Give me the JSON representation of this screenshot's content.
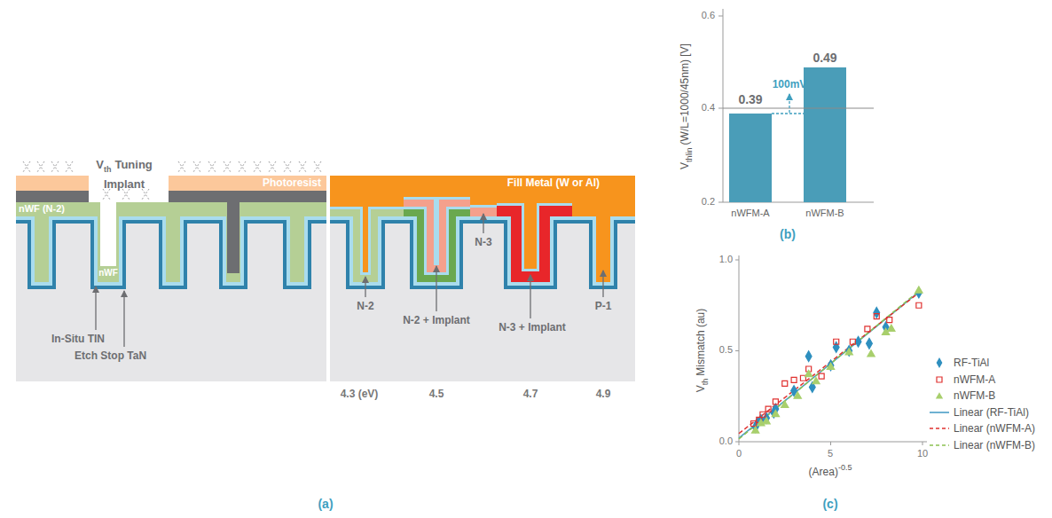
{
  "diagram": {
    "nodes": [
      {
        "text": [
          "Photoresist"
        ]
      },
      {
        "text": [
          "Fill Metal (W or Al)"
        ]
      }
    ],
    "labels": [
      "V",
      "th",
      "Tuning Implant",
      "nWF (N-2)",
      "nWF",
      "In-Situ TIN",
      "Etch Stop TaN",
      "N-2",
      "N-2 + Implant",
      "N-3",
      "N-3 + Implant",
      "P-1",
      "4.3 (eV)",
      "4.5",
      "4.7",
      "4.9",
      "(a)",
      "0.6",
      "0.4",
      "0.2",
      "V",
      "thlin",
      "(W/L=1000/45nm) [V]",
      "0.49",
      "100mV",
      "0.39",
      "nWFM-A",
      "nWFM-B",
      "(b)",
      "1.0",
      "0.5",
      "0.0",
      "V",
      "th",
      "Mismatch (au)",
      "0",
      "5",
      "10",
      "(Area)",
      "-0.5",
      "(c)"
    ],
    "legend": [
      {
        "text": "RF-TiAl"
      },
      {
        "text": "nWFM-A"
      },
      {
        "text": "nWFM-B"
      },
      {
        "text": "Linear (RF-TiAl)"
      },
      {
        "text": "Linear (nWFM-A)"
      },
      {
        "text": "Linear (nWFM-B)"
      }
    ]
  }
}
